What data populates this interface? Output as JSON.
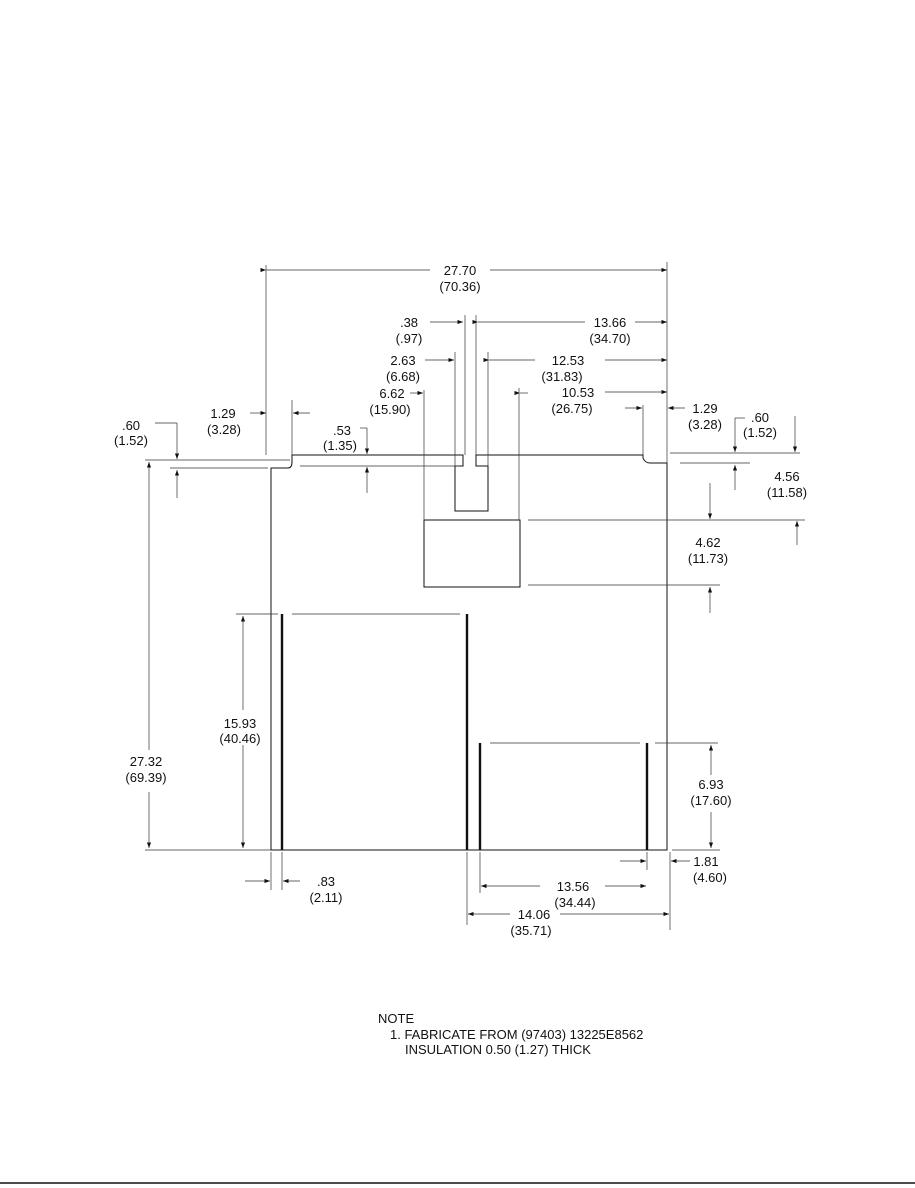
{
  "dimensions": {
    "overall_width": [
      "27.70",
      "(70.36)"
    ],
    "slot_width": [
      ".38",
      "(.97)"
    ],
    "slot_to_right": [
      "13.66",
      "(34.70)"
    ],
    "tab_width": [
      "2.63",
      "(6.68)"
    ],
    "tab_to_right": [
      "12.53",
      "(31.83)"
    ],
    "cutout_left": [
      "6.62",
      "(15.90)"
    ],
    "cutout_to_right": [
      "10.53",
      "(26.75)"
    ],
    "left_notch_width": [
      "1.29",
      "(3.28)"
    ],
    "right_notch_width": [
      "1.29",
      "(3.28)"
    ],
    "left_notch_depth": [
      ".60",
      "(1.52)"
    ],
    "right_notch_depth": [
      ".60",
      "(1.52)"
    ],
    "tab_depth": [
      ".53",
      "(1.35)"
    ],
    "cutout_top": [
      "4.56",
      "(11.58)"
    ],
    "cutout_height": [
      "4.62",
      "(11.73)"
    ],
    "left_slot_height": [
      "15.93",
      "(40.46)"
    ],
    "overall_height": [
      "27.32",
      "(69.39)"
    ],
    "right_slot_height": [
      "6.93",
      "(17.60)"
    ],
    "left_slot_offset": [
      ".83",
      "(2.11)"
    ],
    "right_slot_offset": [
      "1.81",
      "(4.60)"
    ],
    "right_slots_span": [
      "13.56",
      "(34.44)"
    ],
    "right_section_width": [
      "14.06",
      "(35.71)"
    ]
  },
  "note": {
    "title": "NOTE",
    "line1": "1. FABRICATE FROM (97403) 13225E8562",
    "line2": "INSULATION 0.50 (1.27) THICK"
  }
}
